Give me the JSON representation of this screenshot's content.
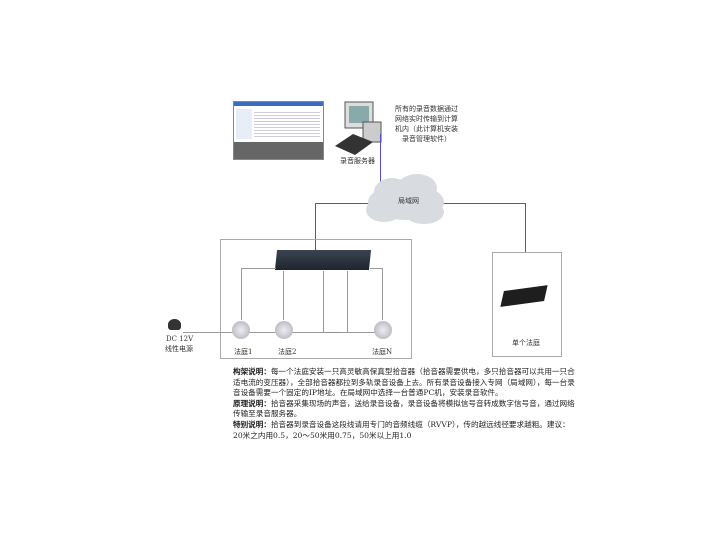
{
  "server": {
    "label": "录音服务器",
    "note": [
      "所有的录音数据通过",
      "网络实时传输到计算",
      "机内（此计算机安装",
      "录音管理软件）"
    ]
  },
  "network": {
    "label": "局域网"
  },
  "power": {
    "line1": "DC 12V",
    "line2": "线性电源"
  },
  "courts": [
    "法庭1",
    "法庭2",
    "法庭N"
  ],
  "single": {
    "label": "单个法庭"
  },
  "colors": {
    "network_line": "#5050c8",
    "audio_line": "#999999"
  },
  "description": [
    {
      "title": "构架说明：",
      "text": "每一个法庭安装一只高灵敏高保真型拾音器（拾音器需要供电，多只拾音器可以共用一只合适电流的变压器），全部拾音器都拉到多轨录音设备上去。所有录音设备接入专网（局域网），每一台录音设备需要一个固定的IP地址。在局域网中选择一台普通PC机，安装录音软件。"
    },
    {
      "title": "原理说明：",
      "text": "拾音器采集现场的声音，送给录音设备，录音设备将模拟信号音转成数字信号音，通过网络传输至录音服务器。"
    },
    {
      "title": "特别说明：",
      "text": "拾音器到录音设备这段线请用专门的音频线缆（RVVP），传的越远线径要求越粗。建议：20米之内用0.5，20～50米用0.75，50米以上用1.0"
    }
  ]
}
